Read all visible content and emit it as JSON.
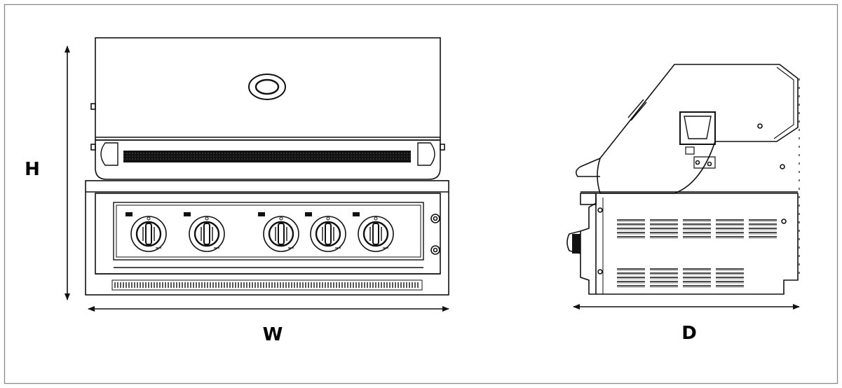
{
  "labels": {
    "height": "H",
    "width": "W",
    "depth": "D"
  },
  "colors": {
    "line": "#111111",
    "frame": "#8a8a8a",
    "background": "#ffffff"
  },
  "knob_icons": [
    "burner-knob-icon",
    "burner-knob-icon",
    "burner-knob-icon",
    "burner-knob-icon",
    "burner-knob-icon"
  ]
}
